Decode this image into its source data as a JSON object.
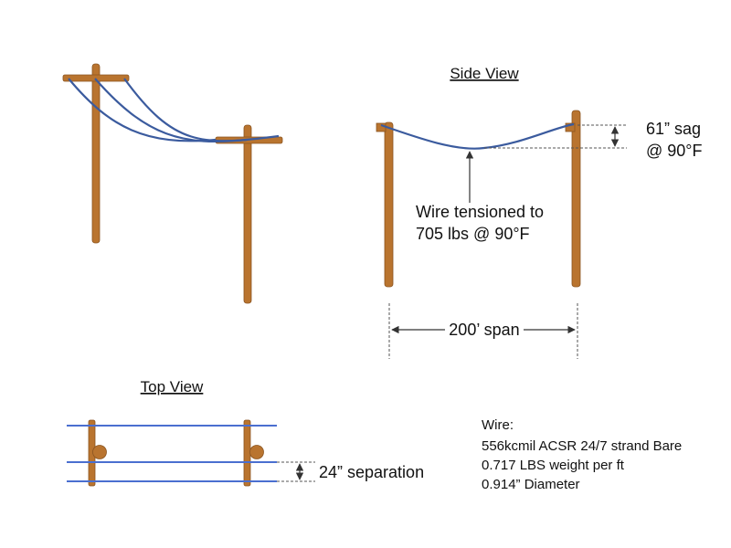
{
  "colors": {
    "pole": "#B9742F",
    "pole_edge": "#8A5420",
    "wire": "#3B5B9E",
    "top_wire": "#4A6FD0",
    "text": "#111111",
    "dim": "#333333"
  },
  "perspective": {},
  "side_view": {
    "title": "Side View",
    "sag_label_1": "61” sag",
    "sag_label_2": "@ 90°F",
    "tension_label_1": "Wire tensioned to",
    "tension_label_2": "705 lbs @ 90°F",
    "span_label": "200’ span"
  },
  "top_view": {
    "title": "Top View",
    "separation_label": "24” separation"
  },
  "wire_spec": {
    "heading": "Wire:",
    "line_1": "556kcmil ACSR 24/7 strand Bare",
    "line_2": "0.717 LBS weight per ft",
    "line_3": "0.914” Diameter"
  }
}
